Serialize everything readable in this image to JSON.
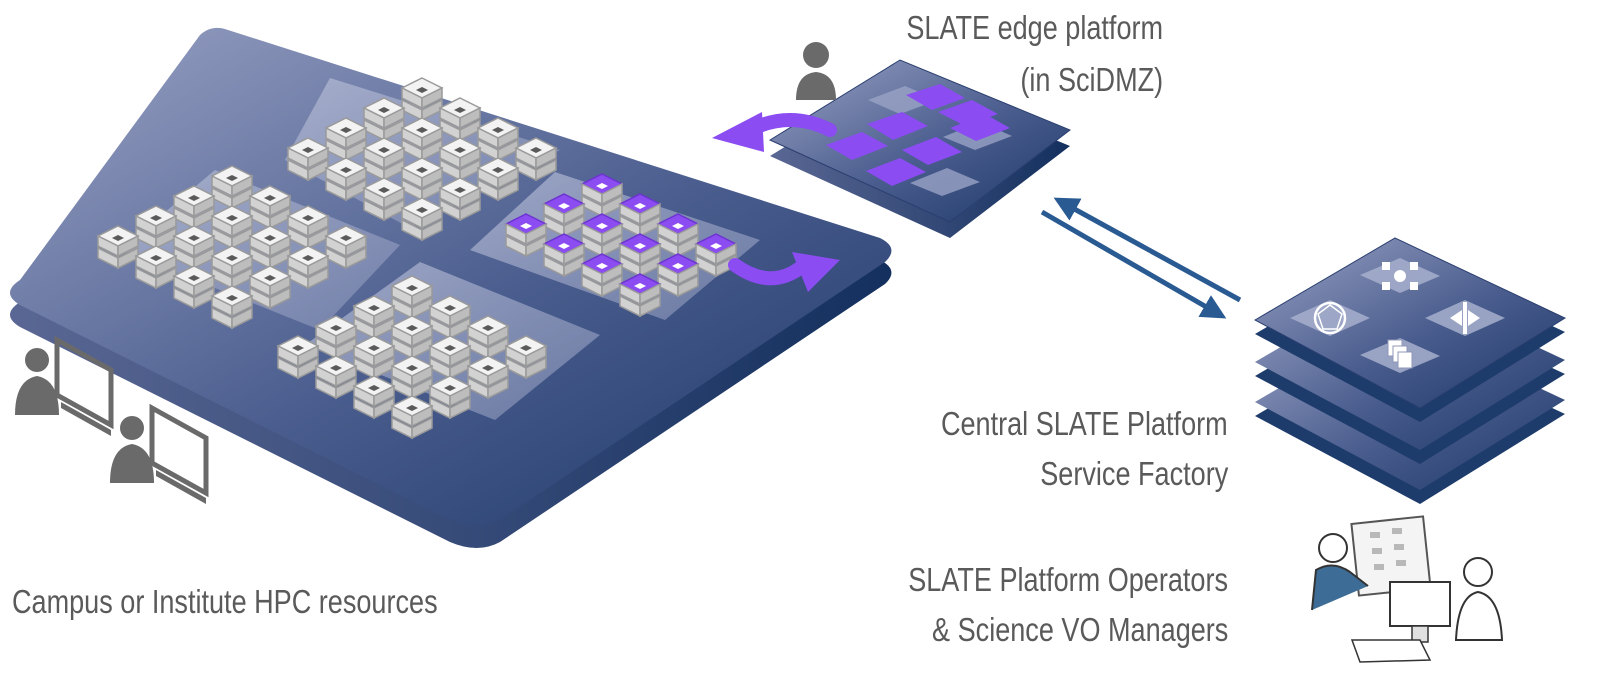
{
  "labels": {
    "edge_line1": "SLATE edge platform",
    "edge_line2": "(in SciDMZ)",
    "central_line1": "Central SLATE Platform",
    "central_line2": "Service Factory",
    "operators_line1": "SLATE Platform Operators",
    "operators_line2": "& Science VO Managers",
    "campus": "Campus or Institute HPC resources"
  },
  "colors": {
    "platform_light": "#8f97b9",
    "platform_dark": "#1d3b6b",
    "highlight_purple": "#8b4cf2",
    "arrow_blue": "#2a5a92",
    "server_light": "#ececec",
    "label_text": "#5a5a5a"
  },
  "icons": [
    "person-icon",
    "workstation-person-icon",
    "geodesic-sphere-icon",
    "network-hub-icon",
    "merge-arrows-icon",
    "stacked-copies-icon",
    "operators-illustration"
  ]
}
